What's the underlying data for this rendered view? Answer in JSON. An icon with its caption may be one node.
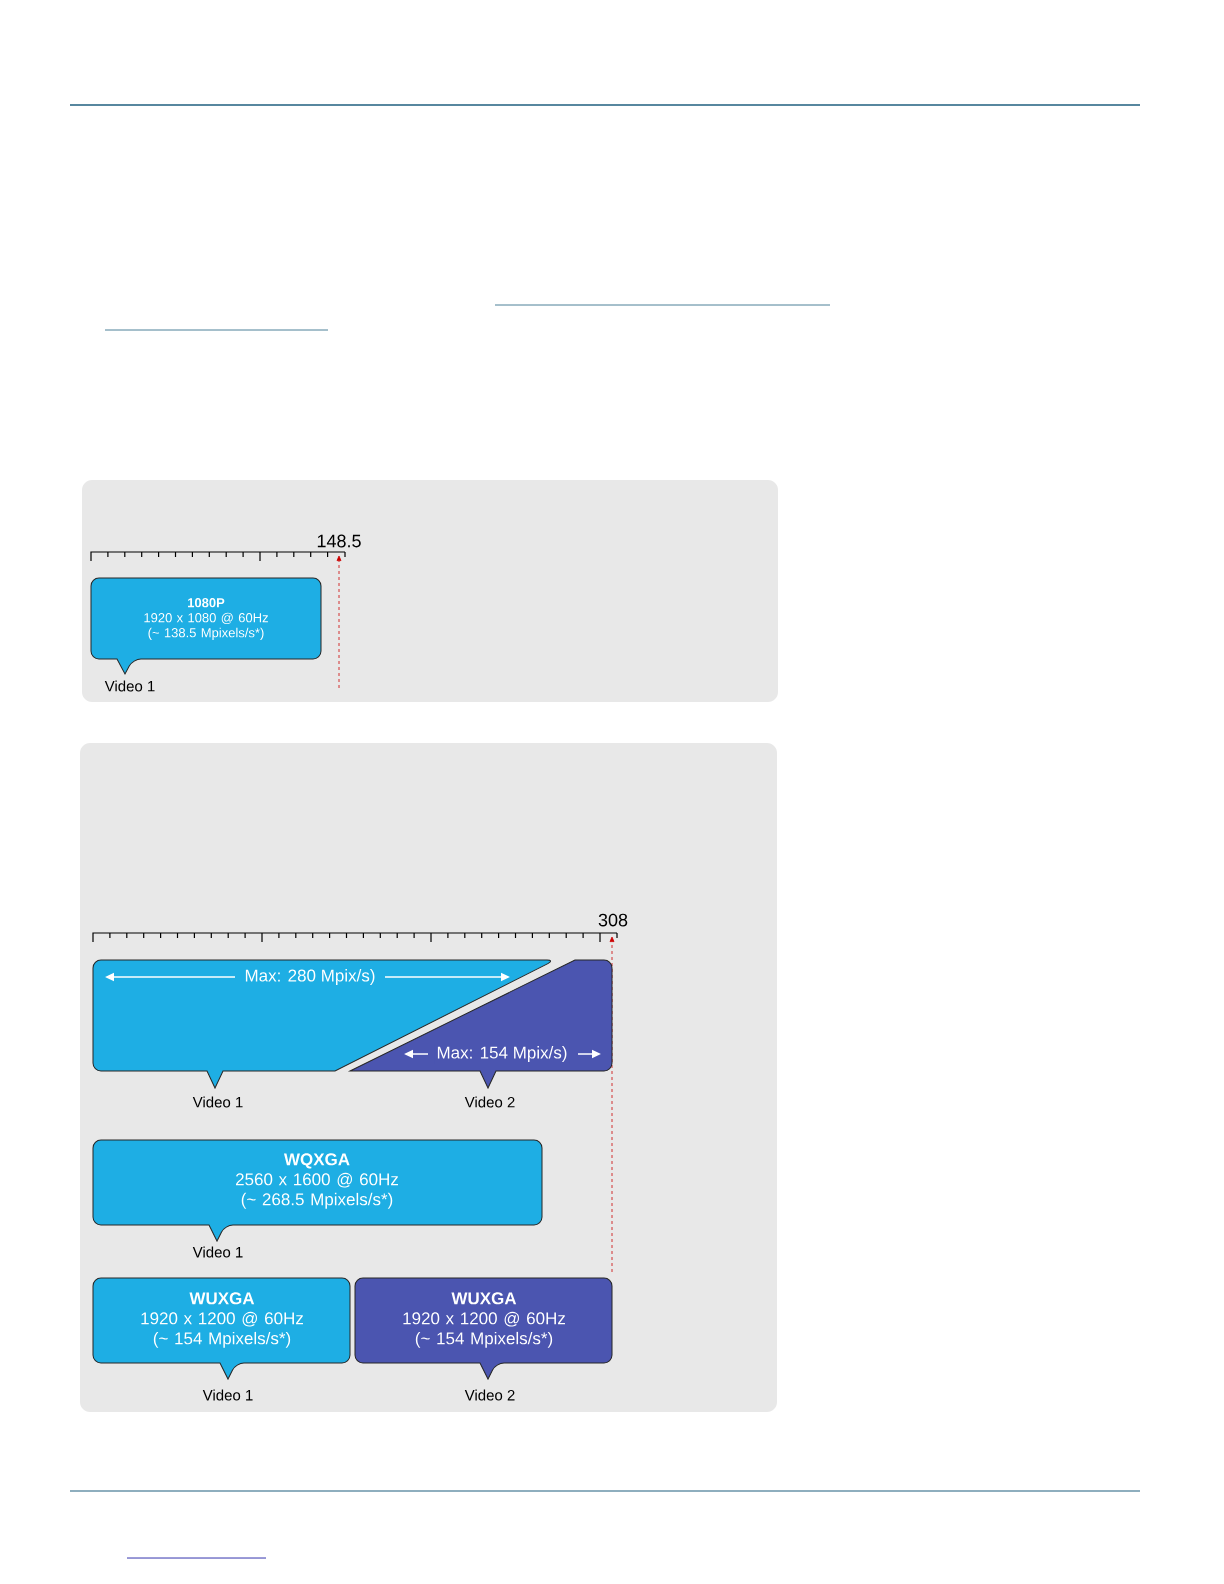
{
  "diagram": {
    "nodes": [
      {
        "text": [
          "1080P",
          "1920 x 1080 @ 60Hz (~ 138.5 Mpixels/s*)"
        ],
        "beside": [
          "Video 1"
        ]
      },
      {
        "text": [
          "Max: 280 Mpix/s)"
        ],
        "beside": [
          "Video 1"
        ]
      },
      {
        "text": [
          "Max: 154 Mpix/s)"
        ],
        "beside": [
          "Video 2"
        ]
      },
      {
        "text": [
          "WQXGA",
          "2560 x 1600 @ 60Hz (~ 268.5 Mpixels/s*)"
        ],
        "beside": [
          "Video 1"
        ]
      },
      {
        "text": [
          "WUXGA",
          "1920 x 1200 @ 60Hz (~ 154 Mpixels/s*)"
        ],
        "beside": [
          "Video 1"
        ]
      },
      {
        "text": [
          "WUXGA",
          "1920 x 1200 @ 60Hz (~ 154 Mpixels/s*)"
        ],
        "beside": [
          "Video 2"
        ]
      }
    ],
    "edges": [],
    "labels": [
      "148.5",
      "308"
    ]
  }
}
